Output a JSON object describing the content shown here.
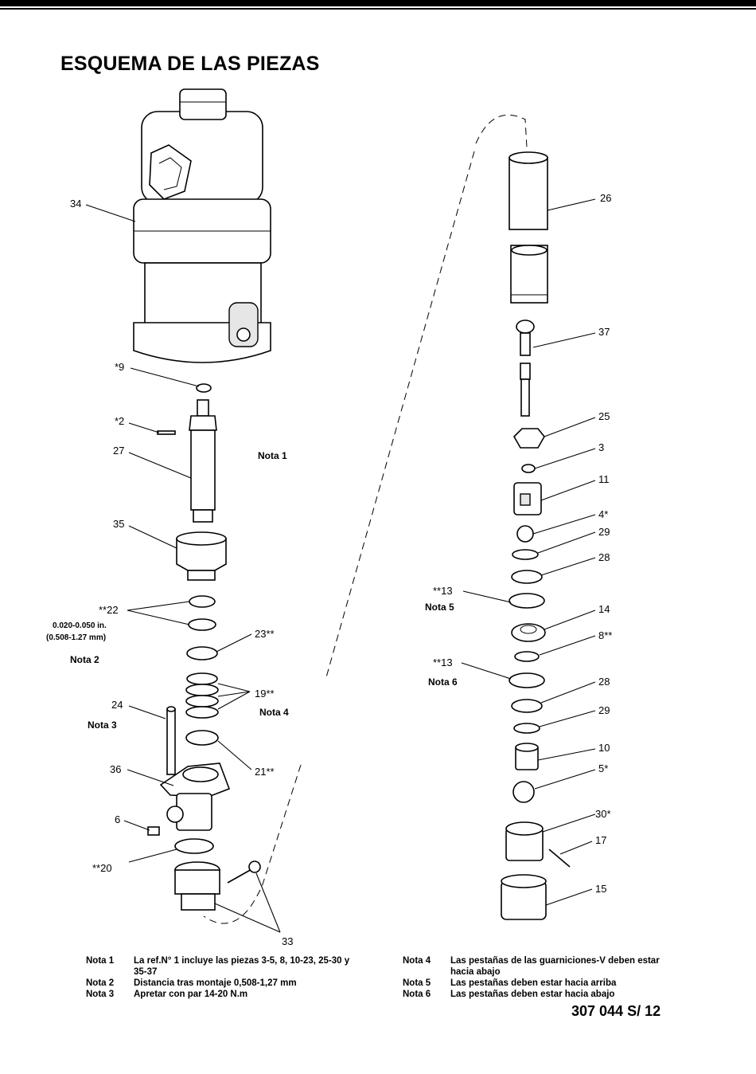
{
  "title": "ESQUEMA DE LAS PIEZAS",
  "callouts": {
    "p34": "34",
    "p9": "*9",
    "p2": "*2",
    "p27": "27",
    "p35": "35",
    "p22": "**22",
    "p22_dim1": "0.020-0.050 in.",
    "p22_dim2": "(0.508-1.27 mm)",
    "p23": "23**",
    "p19": "19**",
    "p24": "24",
    "p36": "36",
    "p21": "21**",
    "p6": "6",
    "p20": "**20",
    "p33": "33",
    "p26": "26",
    "p37": "37",
    "p25": "25",
    "p3": "3",
    "p11": "11",
    "p4": "4*",
    "p29a": "29",
    "p28a": "28",
    "p13a": "**13",
    "p14": "14",
    "p8": "8**",
    "p13b": "**13",
    "p28b": "28",
    "p29b": "29",
    "p10": "10",
    "p5": "5*",
    "p30": "30*",
    "p17": "17",
    "p15": "15"
  },
  "inline_notes": {
    "nota1": "Nota 1",
    "nota2": "Nota 2",
    "nota3": "Nota 3",
    "nota4": "Nota 4",
    "nota5": "Nota 5",
    "nota6": "Nota 6"
  },
  "notes_left": [
    {
      "key": "Nota 1",
      "text": "La ref.N° 1 incluye las piezas 3-5, 8, 10-23, 25-30 y 35-37"
    },
    {
      "key": "Nota 2",
      "text": "Distancia tras montaje 0,508-1,27 mm"
    },
    {
      "key": "Nota 3",
      "text": "Apretar con par 14-20 N.m"
    }
  ],
  "notes_right": [
    {
      "key": "Nota 4",
      "text": "Las pestañas de las guarniciones-V deben estar hacia abajo"
    },
    {
      "key": "Nota 5",
      "text": "Las pestañas deben estar hacia arriba"
    },
    {
      "key": "Nota 6",
      "text": "Las pestañas deben estar hacia abajo"
    }
  ],
  "doc_number": "307 044  S/ 12"
}
